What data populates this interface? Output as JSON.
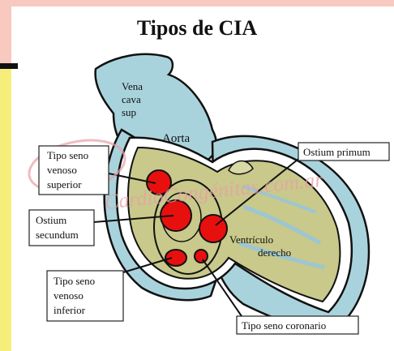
{
  "title": "Tipos de CIA",
  "anatomy": {
    "vena_cava": [
      "Vena",
      "cava",
      "sup"
    ],
    "aorta": "Aorta",
    "ventricle": [
      "Ventrículo",
      "derecho"
    ]
  },
  "callouts": {
    "seno_venoso_superior": [
      "Tipo seno",
      "venoso",
      "superior"
    ],
    "ostium_secundum": [
      "Ostium",
      "secundum"
    ],
    "seno_venoso_inferior": [
      "Tipo seno",
      "venoso",
      "inferior"
    ],
    "ostium_primum": "Ostium primum",
    "seno_coronario": "Tipo seno coronario"
  },
  "watermark": "CardioCongénitas.com.ar",
  "colors": {
    "defect": "#e8100e",
    "vessel": "#a9d3dc",
    "atrium": "#c8c98a",
    "top_band": "#f7c9bf",
    "left_band": "#f6ee7a"
  }
}
